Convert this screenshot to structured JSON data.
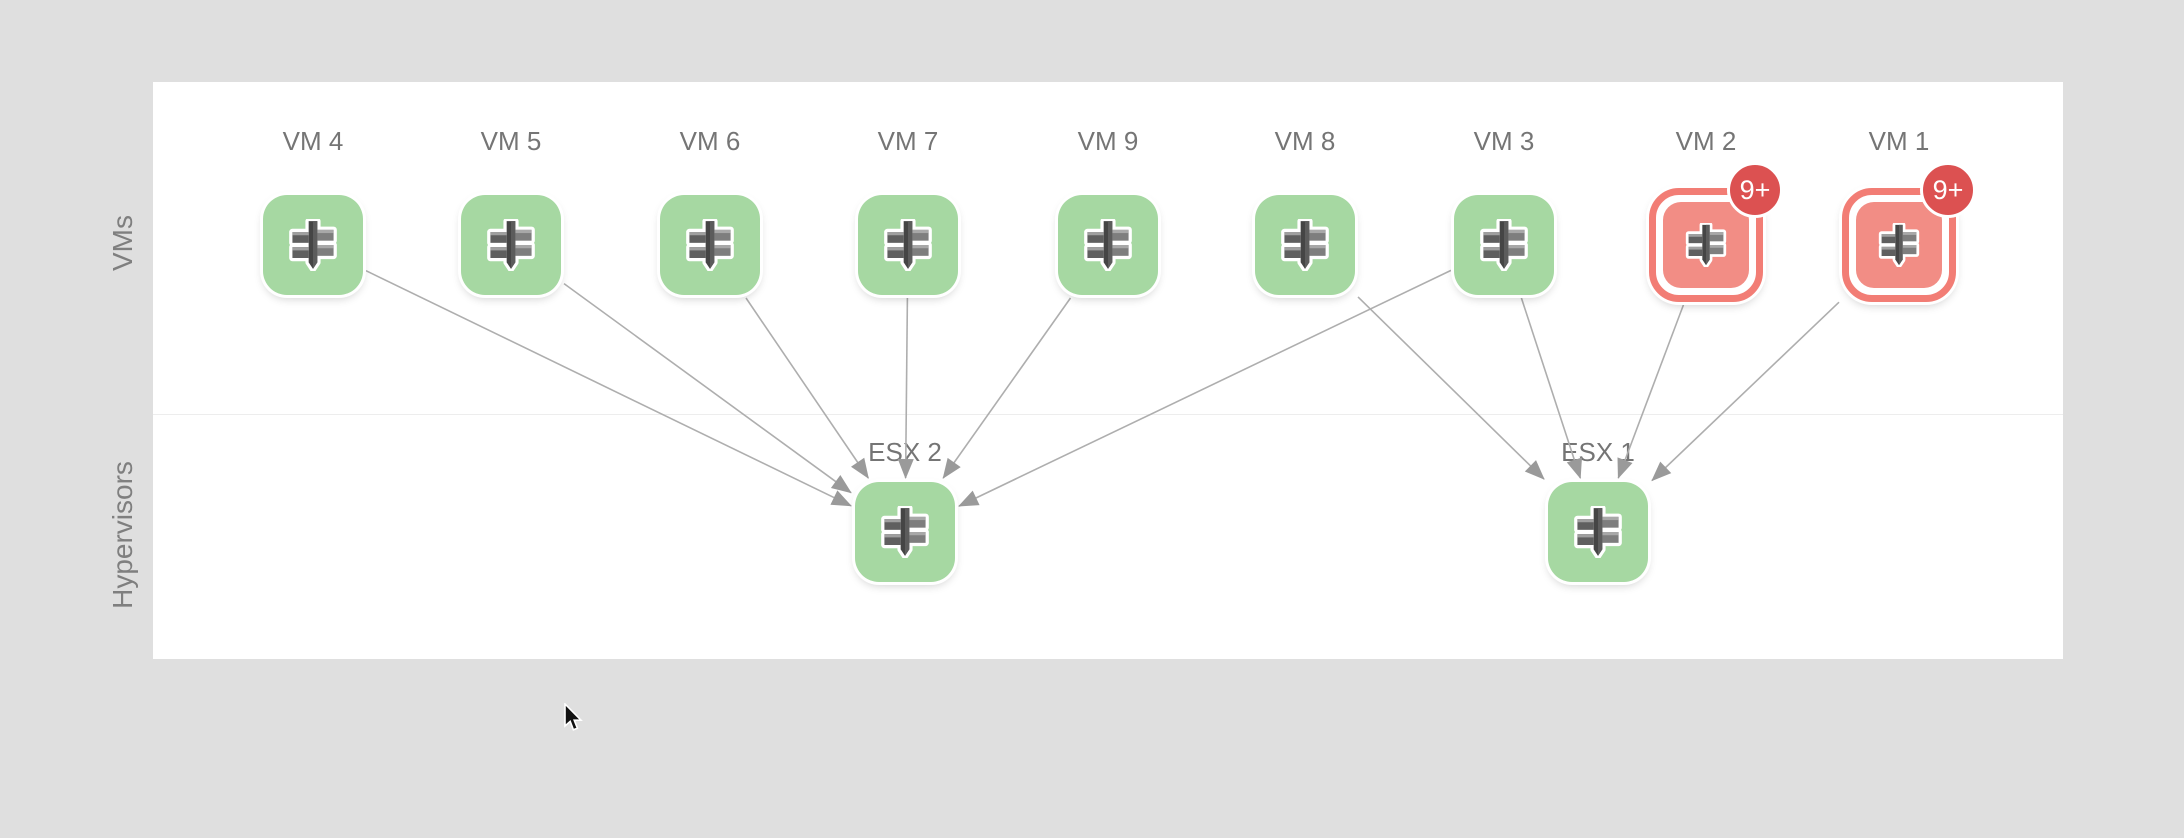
{
  "diagram": {
    "rows": [
      {
        "id": "vms",
        "label": "VMs"
      },
      {
        "id": "hypervisors",
        "label": "Hypervisors"
      }
    ],
    "vms": [
      {
        "id": "vm4",
        "label": "VM 4",
        "status": "ok"
      },
      {
        "id": "vm5",
        "label": "VM 5",
        "status": "ok"
      },
      {
        "id": "vm6",
        "label": "VM 6",
        "status": "ok"
      },
      {
        "id": "vm7",
        "label": "VM 7",
        "status": "ok"
      },
      {
        "id": "vm9",
        "label": "VM 9",
        "status": "ok"
      },
      {
        "id": "vm8",
        "label": "VM 8",
        "status": "ok"
      },
      {
        "id": "vm3",
        "label": "VM 3",
        "status": "ok"
      },
      {
        "id": "vm2",
        "label": "VM 2",
        "status": "alert",
        "badge": "9+"
      },
      {
        "id": "vm1",
        "label": "VM 1",
        "status": "alert",
        "badge": "9+"
      }
    ],
    "hypervisors": [
      {
        "id": "esx2",
        "label": "ESX 2",
        "status": "ok"
      },
      {
        "id": "esx1",
        "label": "ESX 1",
        "status": "ok"
      }
    ],
    "edges": [
      {
        "from": "vm4",
        "to": "esx2"
      },
      {
        "from": "vm5",
        "to": "esx2"
      },
      {
        "from": "vm6",
        "to": "esx2"
      },
      {
        "from": "vm7",
        "to": "esx2"
      },
      {
        "from": "vm9",
        "to": "esx2"
      },
      {
        "from": "vm3",
        "to": "esx2"
      },
      {
        "from": "vm8",
        "to": "esx1"
      },
      {
        "from": "vm3",
        "to": "esx1"
      },
      {
        "from": "vm2",
        "to": "esx1"
      },
      {
        "from": "vm1",
        "to": "esx1"
      }
    ],
    "icons": {
      "node_icon": "virtual-machine-cluster-icon"
    },
    "colors": {
      "background": "#dfdfdf",
      "panel": "#ffffff",
      "ok_fill": "#a6d8a2",
      "alert_ring": "#f27d75",
      "alert_fill": "#f28d85",
      "badge_fill": "#dc5151",
      "edge": "#aeaeae",
      "arrowhead": "#9a9a9a",
      "node_label": "#757575",
      "row_label": "#7f7f7f"
    }
  }
}
